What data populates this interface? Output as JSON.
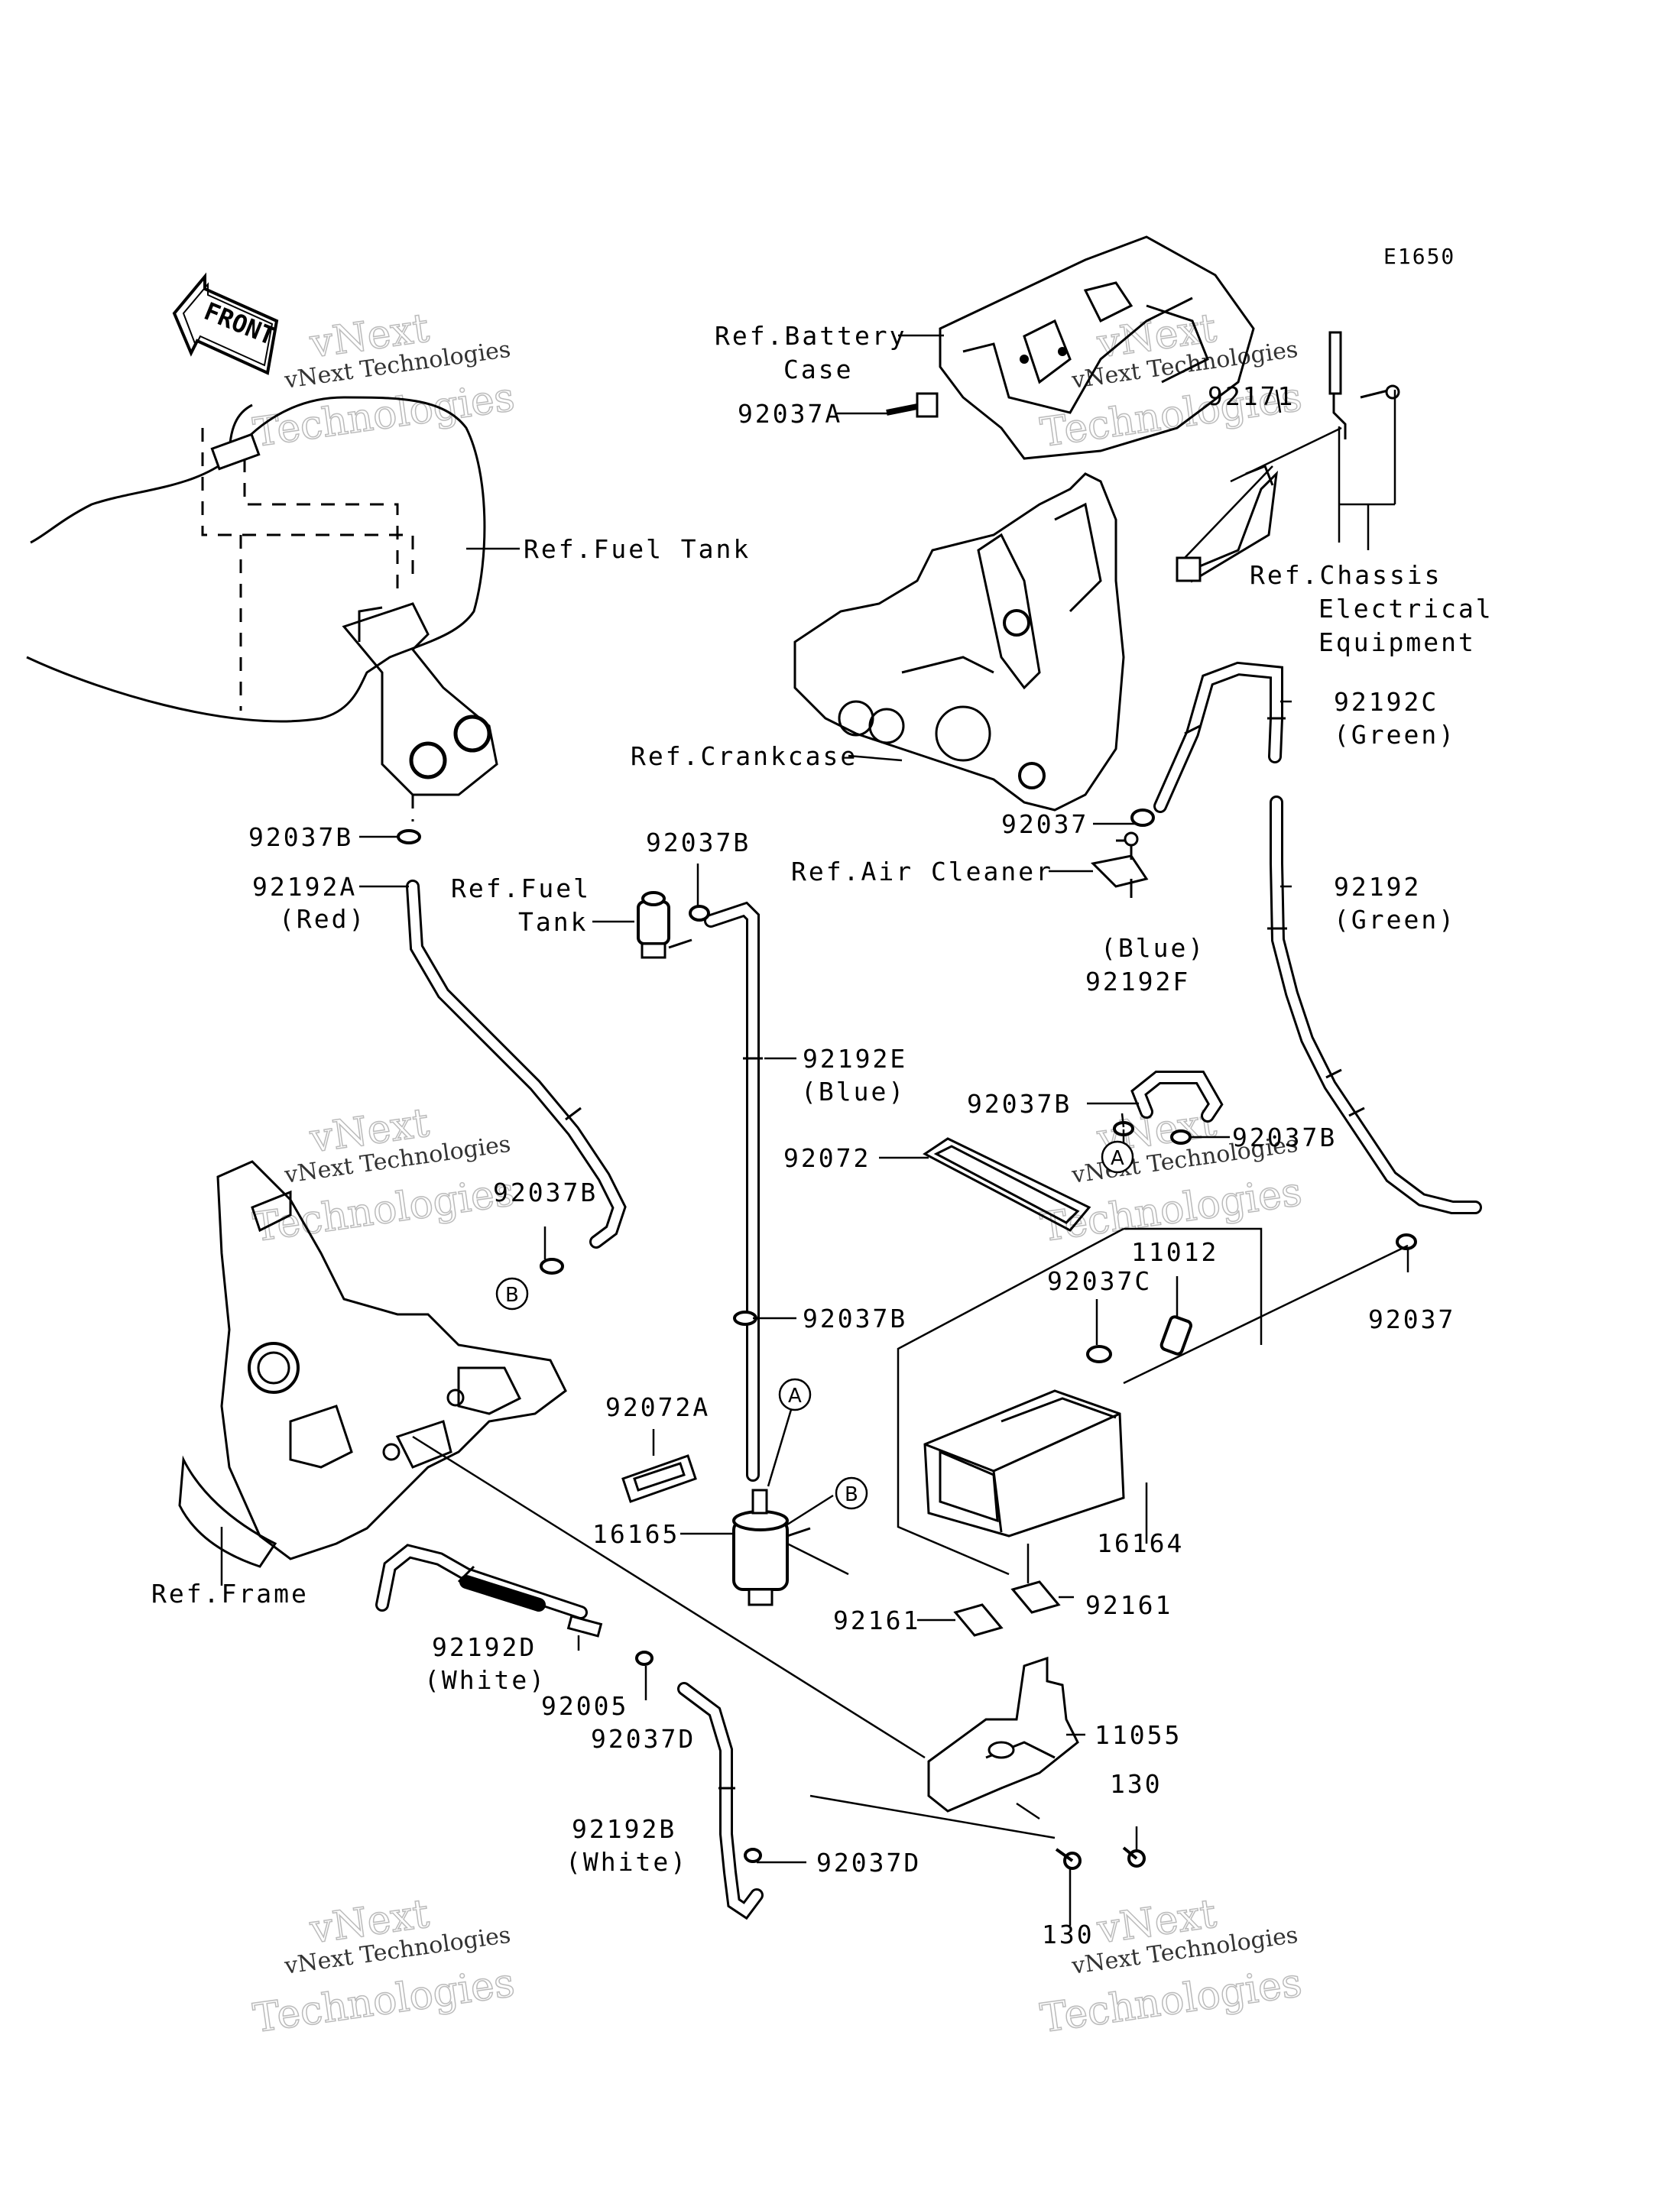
{
  "diagram_code": "E1650",
  "front_label": "FRONT",
  "watermark": {
    "line1": "vNext Technologies",
    "line2": "vNext",
    "line3": "Technologies"
  },
  "labels": {
    "ref_battery_case_1": "Ref.Battery",
    "ref_battery_case_2": "Case",
    "p_92037A": "92037A",
    "p_92171": "92171",
    "ref_fuel_tank_top": "Ref.Fuel Tank",
    "ref_chassis_1": "Ref.Chassis",
    "ref_chassis_2": "Electrical",
    "ref_chassis_3": "Equipment",
    "p_92192C": "92192C",
    "p_92192C_color": "(Green)",
    "ref_crankcase": "Ref.Crankcase",
    "p_92037_top": "92037",
    "ref_air_cleaner": "Ref.Air Cleaner",
    "p_92037B_left": "92037B",
    "p_92192A": "92192A",
    "p_92192A_color": "(Red)",
    "p_92037B_mid": "92037B",
    "ref_fuel_tank_mid_1": "Ref.Fuel",
    "ref_fuel_tank_mid_2": "Tank",
    "p_92192": "92192",
    "p_92192_color": "(Green)",
    "p_92192F_color": "(Blue)",
    "p_92192F": "92192F",
    "p_92192E": "92192E",
    "p_92192E_color": "(Blue)",
    "p_92037B_right1": "92037B",
    "p_92037B_right2": "92037B",
    "p_92072": "92072",
    "p_92037B_b": "92037B",
    "p_92037B_low": "92037B",
    "p_11012": "11012",
    "p_92037C": "92037C",
    "p_92037_right": "92037",
    "p_92072A": "92072A",
    "p_16165": "16165",
    "p_16164": "16164",
    "ref_frame": "Ref.Frame",
    "p_92161_left": "92161",
    "p_92161_right": "92161",
    "p_92192D": "92192D",
    "p_92192D_color": "(White)",
    "p_92005": "92005",
    "p_92037D_left": "92037D",
    "p_11055": "11055",
    "p_130_top": "130",
    "p_92192B": "92192B",
    "p_92192B_color": "(White)",
    "p_92037D_right": "92037D",
    "p_130_bottom": "130"
  },
  "callouts": {
    "a": "A",
    "b": "B"
  }
}
